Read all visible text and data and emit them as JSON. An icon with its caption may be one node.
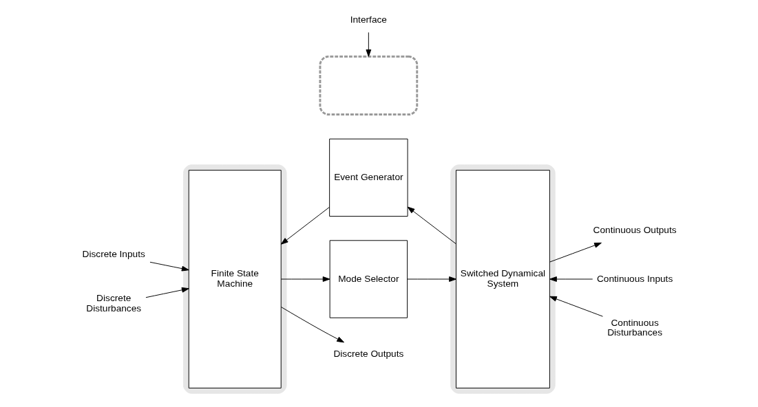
{
  "diagram": {
    "nodes": [
      {
        "text": [],
        "shape": "box"
      },
      {
        "text": [
          "Finite State Machine"
        ],
        "in": 0
      },
      {
        "text": [],
        "shape": "box"
      },
      {
        "text": [
          "Interface"
        ]
      },
      {
        "text": [
          "Event Generator"
        ]
      },
      {
        "text": [
          "Mode Selector"
        ]
      },
      {
        "text": [],
        "shape": "box"
      },
      {
        "text": [
          "Switched Dynamical System"
        ],
        "in": 6
      },
      {
        "text": [
          "Continuous Outputs"
        ]
      },
      {
        "text": [
          "Discrete Inputs"
        ]
      },
      {
        "text": [
          "Discrete Disturbances"
        ]
      },
      {
        "text": [
          "Continuous Inputs"
        ]
      },
      {
        "text": [
          "Continuous Disturbances"
        ]
      },
      {
        "text": [
          "Discrete Outputs"
        ]
      }
    ],
    "edges": [
      {
        "from": 3,
        "to": 2,
        "arrow": "to"
      },
      {
        "from": 4,
        "to": 1,
        "arrow": "to"
      },
      {
        "from": 7,
        "to": 4,
        "arrow": "to"
      },
      {
        "from": 7,
        "to": 8,
        "arrow": "to"
      },
      {
        "from": 9,
        "to": 1,
        "arrow": "to"
      },
      {
        "from": 10,
        "to": 1,
        "arrow": "to"
      },
      {
        "from": 11,
        "to": 7,
        "arrow": "to"
      },
      {
        "from": 12,
        "to": 7,
        "arrow": "to"
      },
      {
        "from": 1,
        "to": 5,
        "arrow": "to"
      },
      {
        "from": 5,
        "to": 7,
        "arrow": "to"
      },
      {
        "from": 1,
        "to": 13,
        "arrow": "to"
      }
    ]
  }
}
